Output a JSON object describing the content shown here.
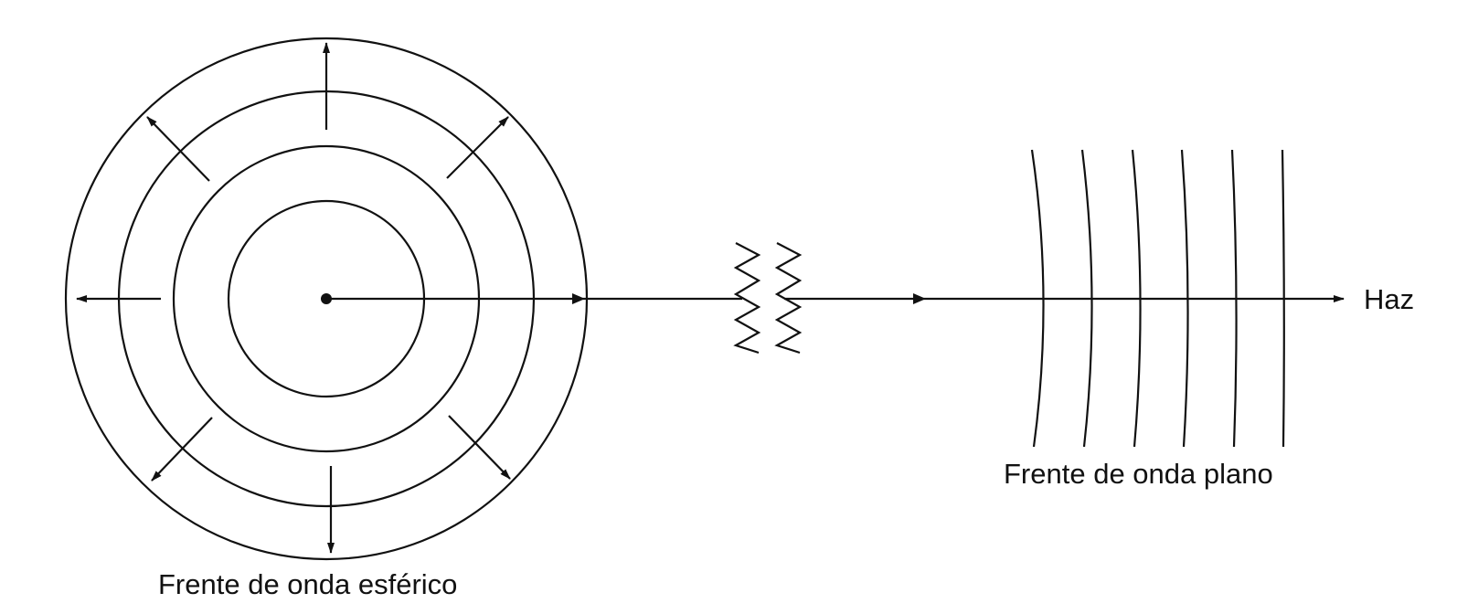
{
  "labels": {
    "spherical": "Frente de onda esférico",
    "plane": "Frente de onda plano",
    "beam": "Haz"
  },
  "colors": {
    "line": "#111111",
    "background": "#ffffff"
  }
}
